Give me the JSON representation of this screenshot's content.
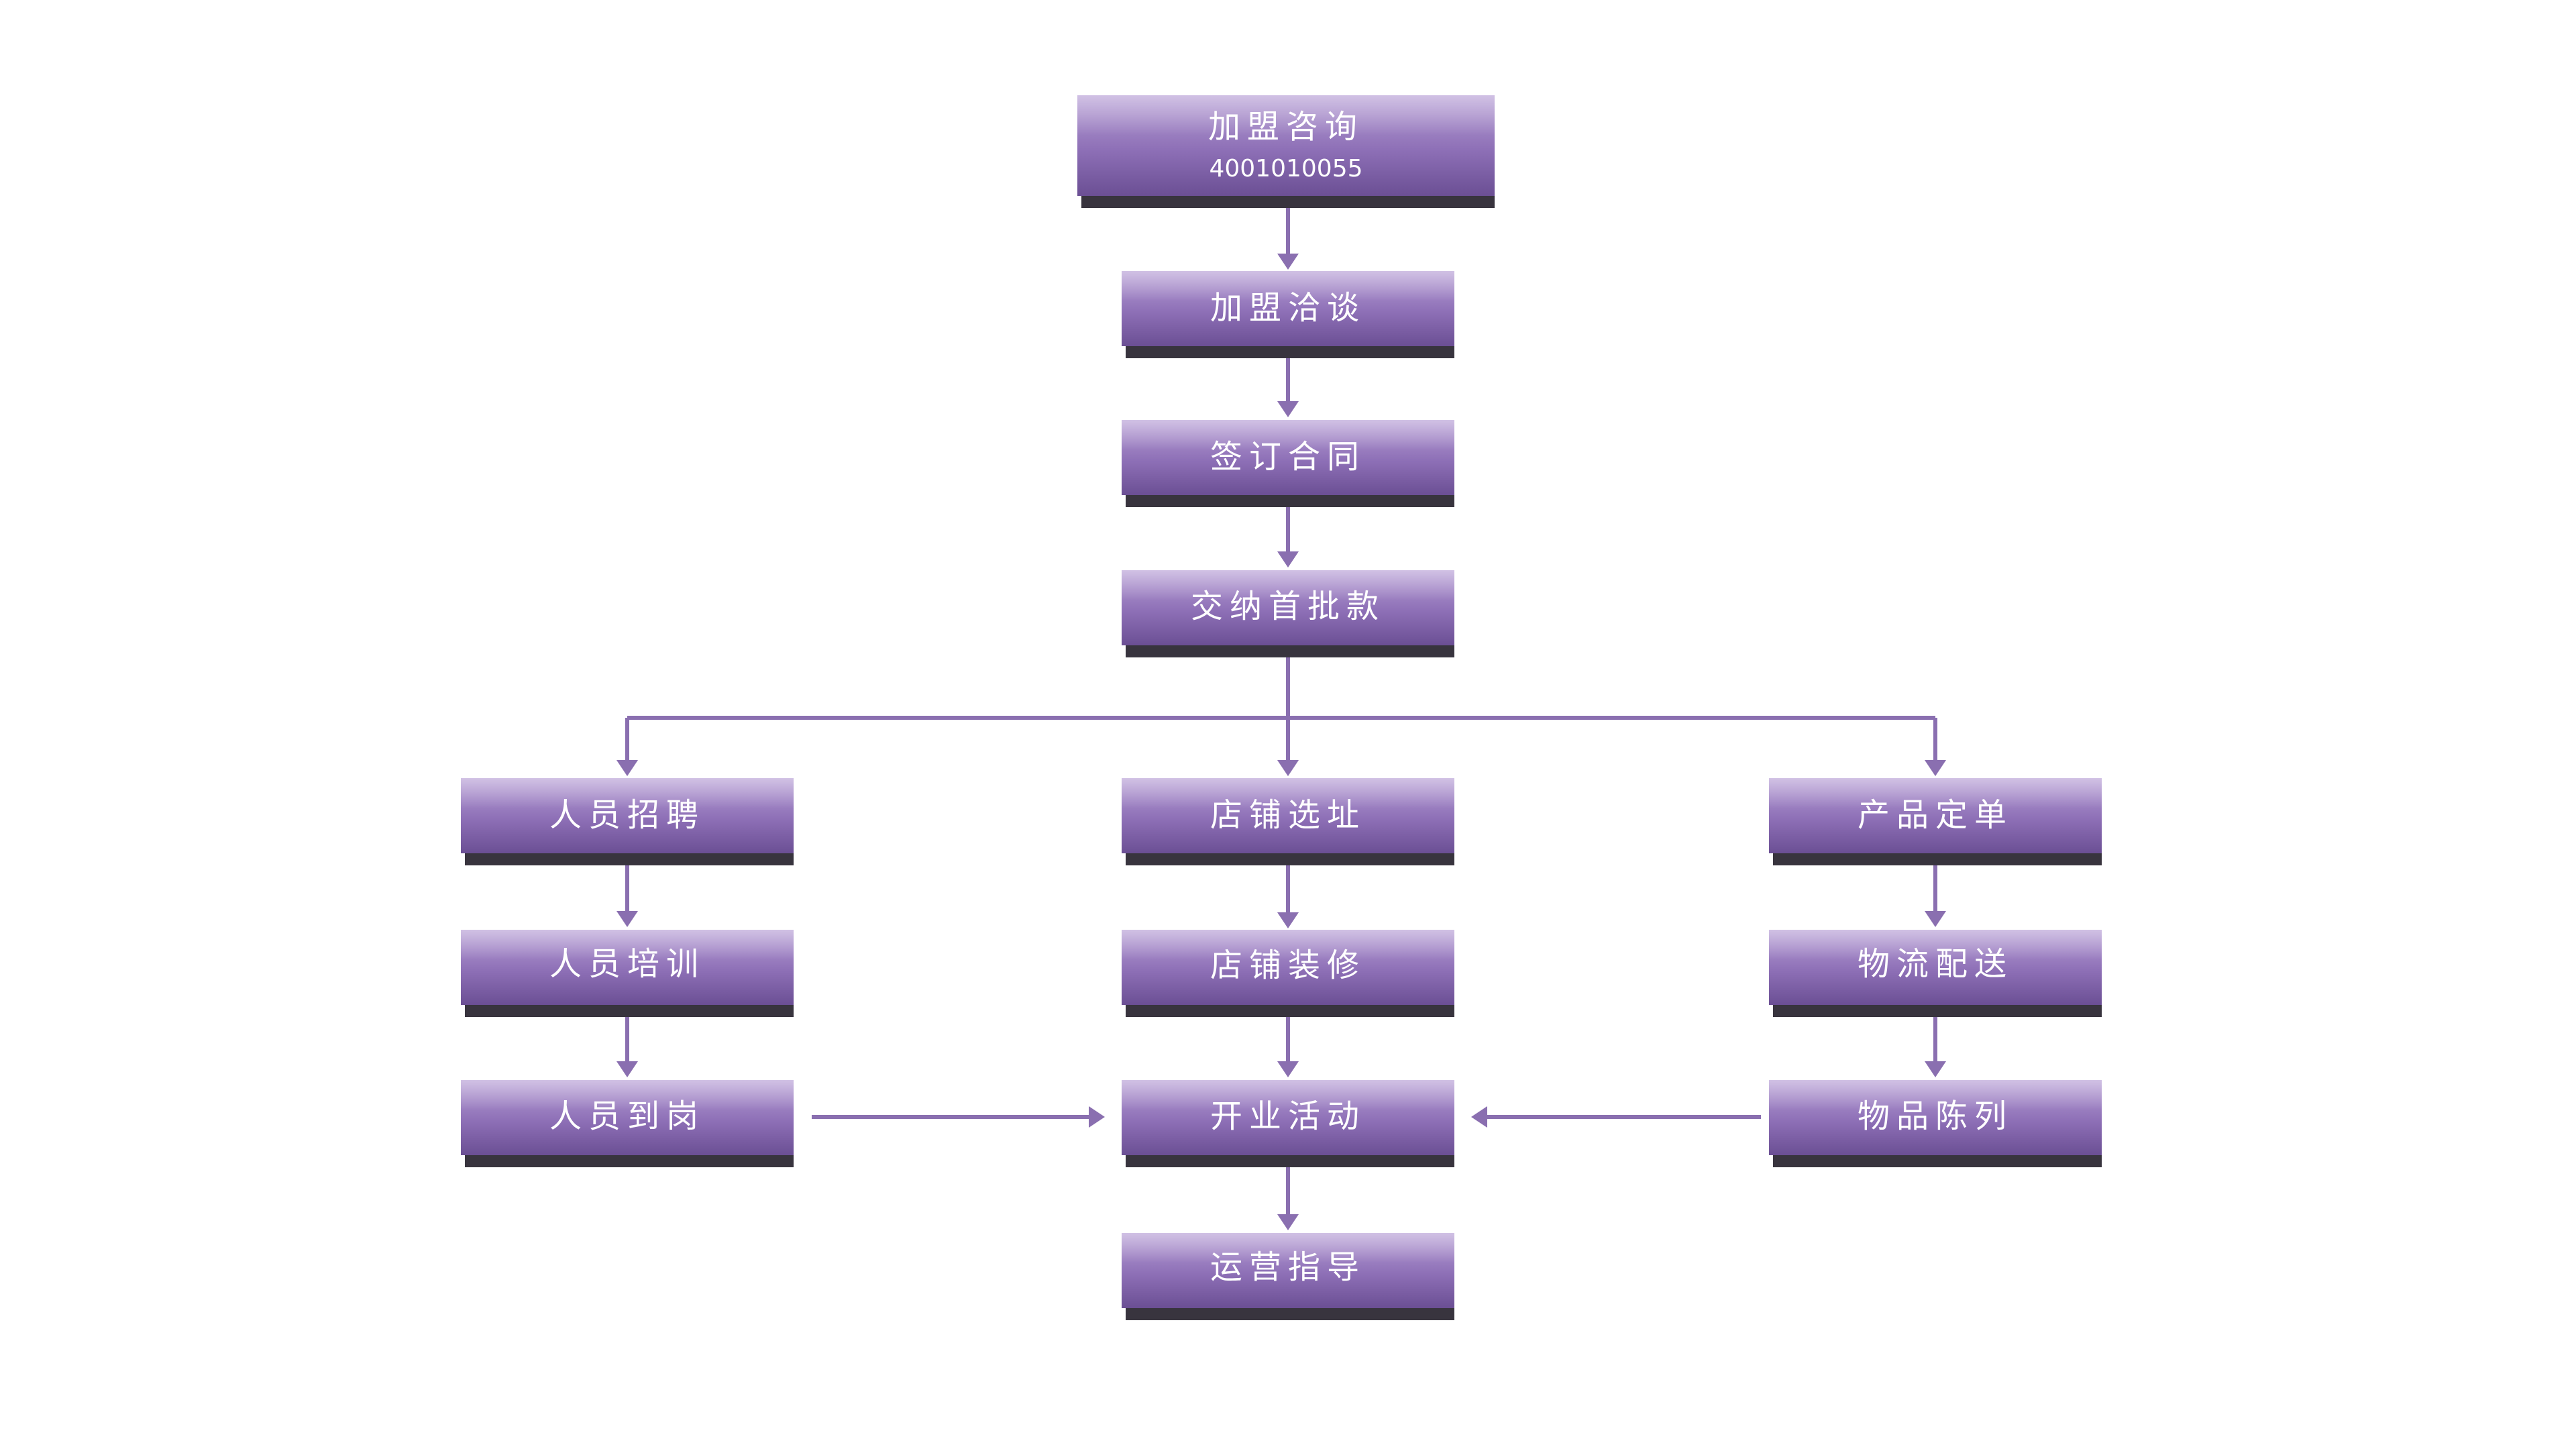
{
  "colors": {
    "node_light": "#b8a0d6",
    "node_mid": "#8d6fb6",
    "node_dark": "#6b4f94",
    "node_shadow": "#15101c",
    "connector": "#8a6fb0",
    "text": "#ffffff",
    "background": "#ffffff"
  },
  "nodes": {
    "consult": {
      "title": "加盟咨询",
      "phone": "4001010055"
    },
    "negotiate": {
      "title": "加盟洽谈"
    },
    "contract": {
      "title": "签订合同"
    },
    "payment": {
      "title": "交纳首批款"
    },
    "recruit": {
      "title": "人员招聘"
    },
    "location": {
      "title": "店铺选址"
    },
    "order": {
      "title": "产品定单"
    },
    "training": {
      "title": "人员培训"
    },
    "decoration": {
      "title": "店铺装修"
    },
    "logistics": {
      "title": "物流配送"
    },
    "onboard": {
      "title": "人员到岗"
    },
    "opening": {
      "title": "开业活动"
    },
    "display": {
      "title": "物品陈列"
    },
    "guidance": {
      "title": "运营指导"
    }
  },
  "edges": [
    [
      "consult",
      "negotiate"
    ],
    [
      "negotiate",
      "contract"
    ],
    [
      "contract",
      "payment"
    ],
    [
      "payment",
      "recruit"
    ],
    [
      "payment",
      "location"
    ],
    [
      "payment",
      "order"
    ],
    [
      "recruit",
      "training"
    ],
    [
      "training",
      "onboard"
    ],
    [
      "location",
      "decoration"
    ],
    [
      "decoration",
      "opening"
    ],
    [
      "order",
      "logistics"
    ],
    [
      "logistics",
      "display"
    ],
    [
      "onboard",
      "opening"
    ],
    [
      "display",
      "opening"
    ],
    [
      "opening",
      "guidance"
    ]
  ]
}
